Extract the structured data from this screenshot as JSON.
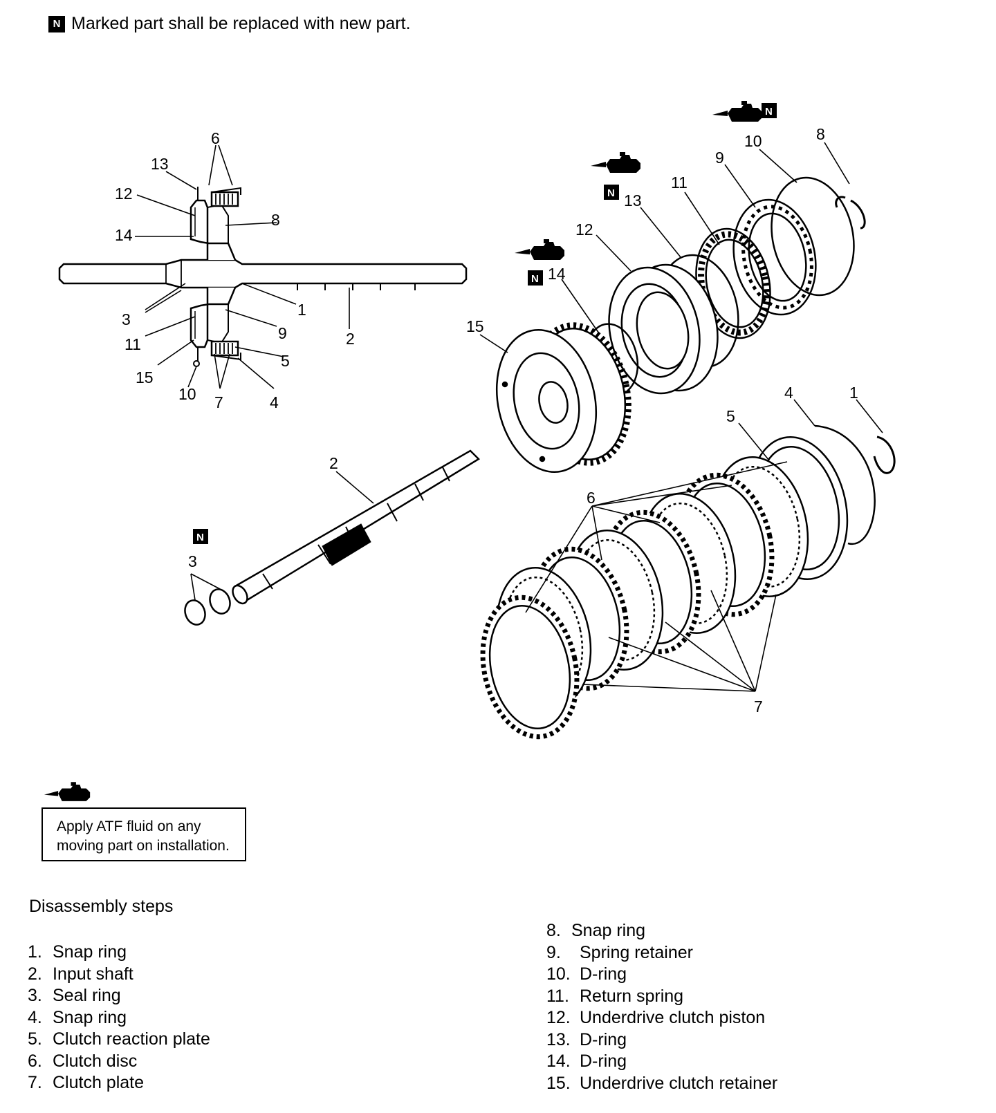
{
  "top_note": {
    "badge": "N",
    "text": "Marked part shall be replaced with new part."
  },
  "diagram": {
    "badge": "N",
    "callouts": {
      "section": [
        "13",
        "6",
        "12",
        "8",
        "14",
        "3",
        "1",
        "11",
        "9",
        "2",
        "15",
        "5",
        "10",
        "7",
        "4"
      ],
      "exploded": [
        "10",
        "8",
        "9",
        "11",
        "13",
        "12",
        "14",
        "15",
        "4",
        "1",
        "5",
        "2",
        "6",
        "3",
        "7"
      ]
    }
  },
  "atf_note": {
    "icon": "oil-can-icon",
    "lines": [
      "Apply ATF fluid on any",
      "moving part on installation."
    ]
  },
  "steps": {
    "title": "Disassembly steps",
    "col1": [
      {
        "num": "1.",
        "label": "Snap ring"
      },
      {
        "num": "2.",
        "label": "Input shaft"
      },
      {
        "num": "3.",
        "label": "Seal ring"
      },
      {
        "num": "4.",
        "label": "Snap ring"
      },
      {
        "num": "5.",
        "label": "Clutch reaction plate"
      },
      {
        "num": "6.",
        "label": "Clutch disc"
      },
      {
        "num": "7.",
        "label": "Clutch plate"
      }
    ],
    "col2": [
      {
        "num": "8.",
        "label": "Snap ring"
      },
      {
        "num": "9.",
        "label": "Spring retainer"
      },
      {
        "num": "10.",
        "label": "D-ring"
      },
      {
        "num": "11.",
        "label": "Return spring"
      },
      {
        "num": "12.",
        "label": "Underdrive clutch piston"
      },
      {
        "num": "13.",
        "label": "D-ring"
      },
      {
        "num": "14.",
        "label": "D-ring"
      },
      {
        "num": "15.",
        "label": "Underdrive clutch retainer"
      }
    ]
  }
}
